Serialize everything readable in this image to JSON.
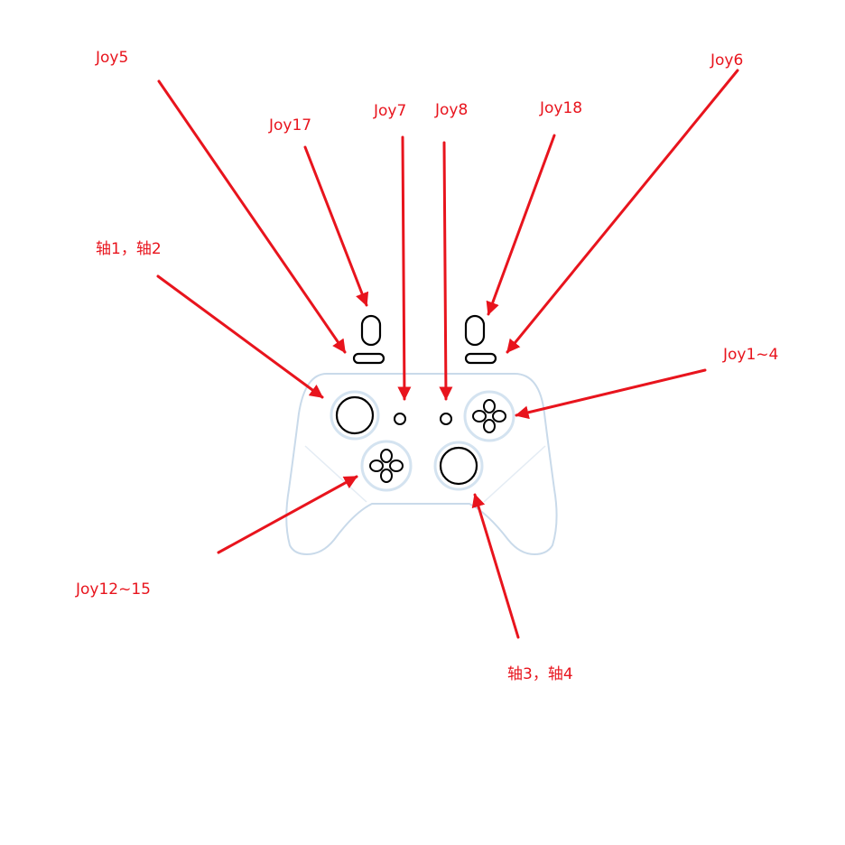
{
  "labels": {
    "joy5": "Joy5",
    "joy6": "Joy6",
    "joy17": "Joy17",
    "joy7": "Joy7",
    "joy8": "Joy8",
    "joy18": "Joy18",
    "axis12": "轴1，轴2",
    "joy1_4": "Joy1~4",
    "joy12_15": "Joy12~15",
    "axis34": "轴3，轴4"
  },
  "colors": {
    "arrow": "#e8141d",
    "label": "#e8141d",
    "outline": "#c9daea",
    "ring": "#d4e3f0",
    "line": "#000000"
  }
}
